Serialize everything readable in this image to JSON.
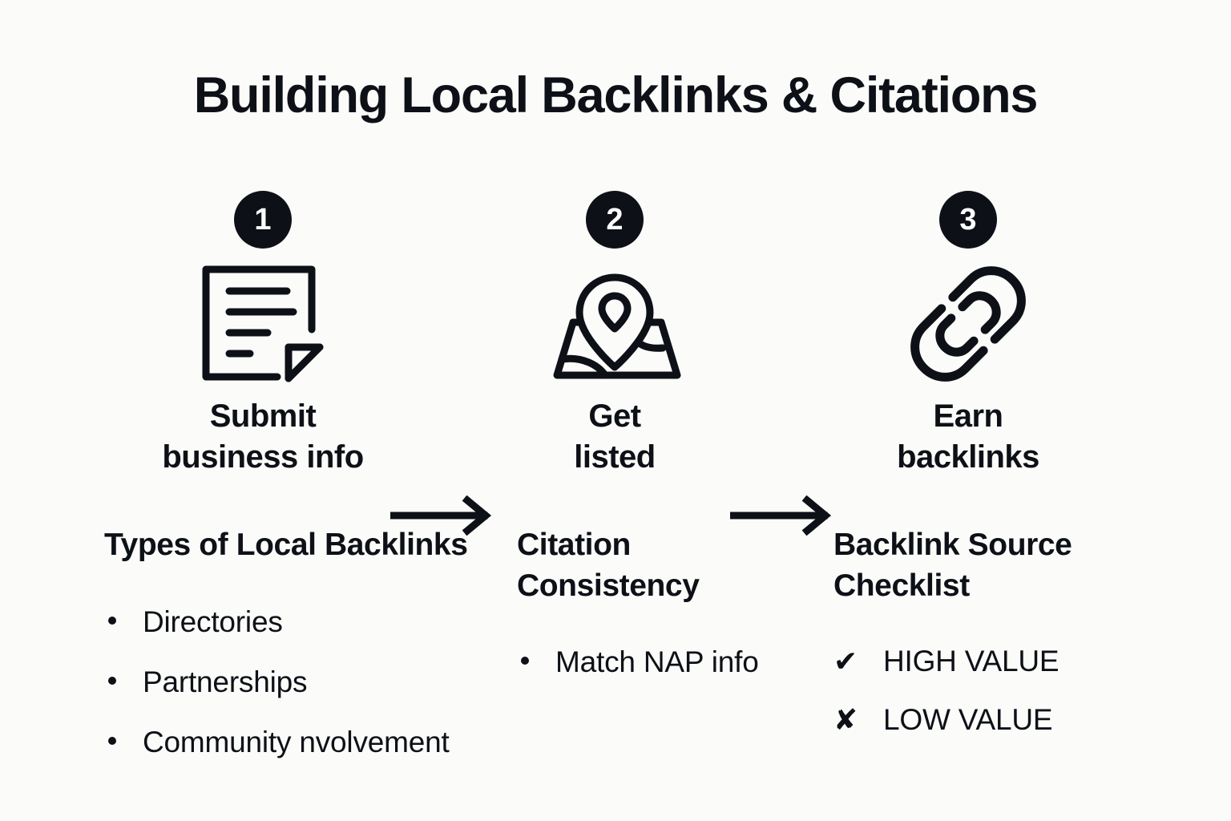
{
  "page": {
    "title": "Building Local Backlinks & Citations",
    "background_color": "#fbfbf9",
    "ink_color": "#0d1117"
  },
  "steps": [
    {
      "number": "1",
      "icon": "document-cursor-icon",
      "label_line1": "Submit",
      "label_line2": "business info"
    },
    {
      "number": "2",
      "icon": "map-pin-icon",
      "label_line1": "Get",
      "label_line2": "listed"
    },
    {
      "number": "3",
      "icon": "chain-link-icon",
      "label_line1": "Earn",
      "label_line2": "backlinks"
    }
  ],
  "arrows": [
    {
      "icon": "arrow-right-icon"
    },
    {
      "icon": "arrow-right-icon"
    }
  ],
  "columns": [
    {
      "heading": "Types of Local Backlinks",
      "items": [
        {
          "text": "Directories"
        },
        {
          "text": "Partnerships"
        },
        {
          "text": "Community nvolvement"
        }
      ]
    },
    {
      "heading": "Citation Consistency",
      "items": [
        {
          "text": "Match NAP info"
        }
      ]
    },
    {
      "heading": "Backlink Source Checklist",
      "items": [
        {
          "mark": "✔",
          "mark_icon": "check-icon",
          "text": "HIGH VALUE"
        },
        {
          "mark": "✘",
          "mark_icon": "cross-icon",
          "text": "LOW VALUE"
        }
      ]
    }
  ]
}
